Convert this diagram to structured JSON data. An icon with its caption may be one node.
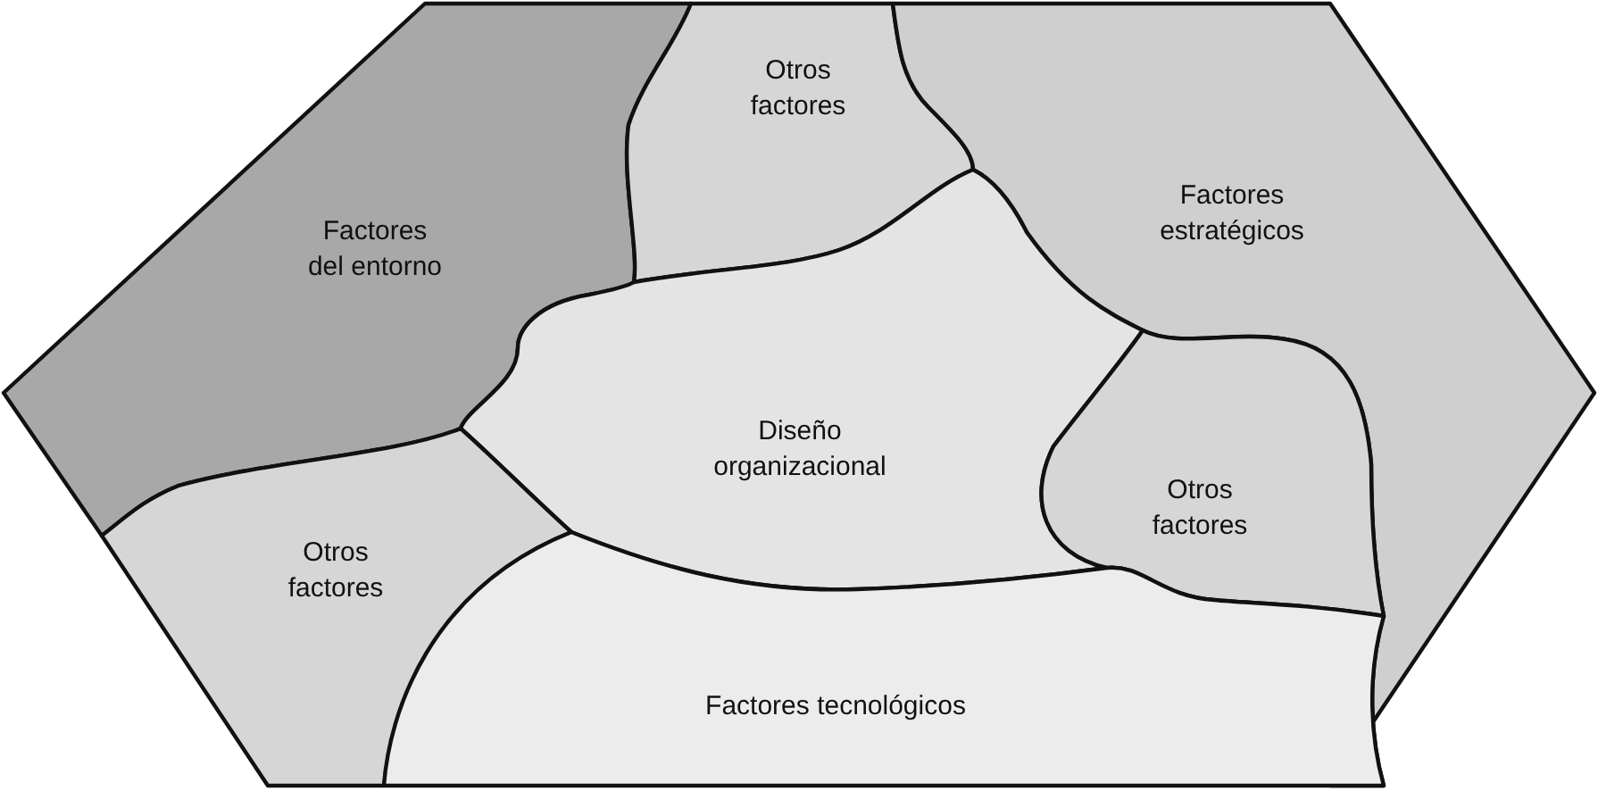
{
  "diagram": {
    "nodes": [
      {
        "text": [
          "Factores del entorno"
        ]
      },
      {
        "text": [
          "Otros factores"
        ]
      },
      {
        "text": [
          "Factores estratégicos"
        ]
      },
      {
        "text": [
          "Diseño organizacional"
        ]
      },
      {
        "text": [
          "Otros factores"
        ]
      },
      {
        "text": [
          "Otros factores"
        ]
      },
      {
        "text": [
          "Factores tecnológicos"
        ]
      }
    ]
  }
}
